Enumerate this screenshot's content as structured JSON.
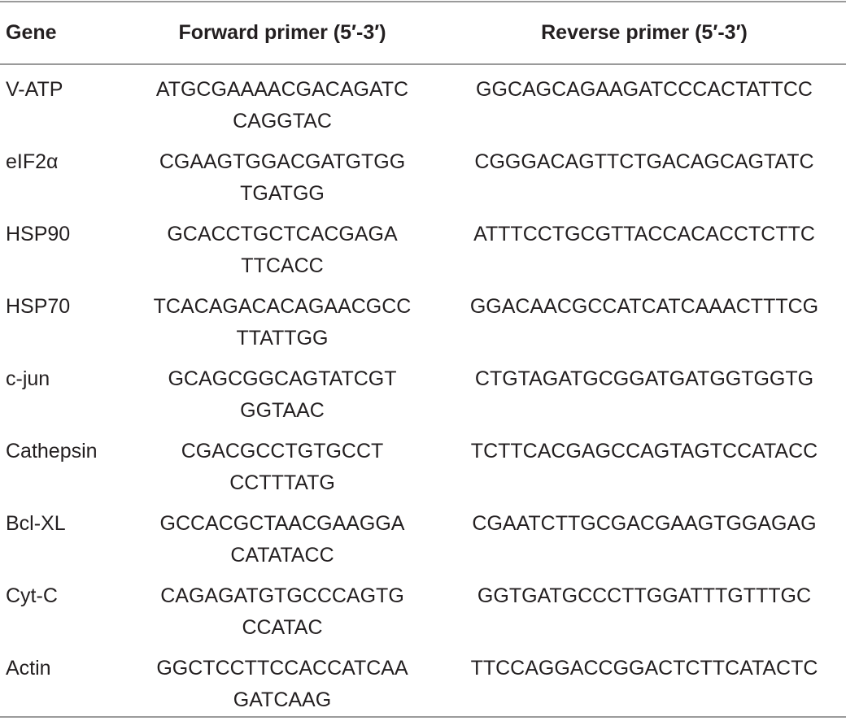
{
  "table": {
    "headers": {
      "gene": "Gene",
      "forward": "Forward primer (5′-3′)",
      "reverse": "Reverse primer (5′-3′)"
    },
    "rows": [
      {
        "gene": "V-ATP",
        "forward_l1": "ATGCGAAAACGACAGATC",
        "forward_l2": "CAGGTAC",
        "reverse": "GGCAGCAGAAGATCCCACTATTCC"
      },
      {
        "gene": "eIF2α",
        "forward_l1": "CGAAGTGGACGATGTGG",
        "forward_l2": "TGATGG",
        "reverse": "CGGGACAGTTCTGACAGCAGTATC"
      },
      {
        "gene": "HSP90",
        "forward_l1": "GCACCTGCTCACGAGA",
        "forward_l2": "TTCACC",
        "reverse": "ATTTCCTGCGTTACCACACCTCTTC"
      },
      {
        "gene": "HSP70",
        "forward_l1": "TCACAGACACAGAACGCC",
        "forward_l2": "TTATTGG",
        "reverse": "GGACAACGCCATCATCAAACTTTCG"
      },
      {
        "gene": "c-jun",
        "forward_l1": "GCAGCGGCAGTATCGT",
        "forward_l2": "GGTAAC",
        "reverse": "CTGTAGATGCGGATGATGGTGGTG"
      },
      {
        "gene": "Cathepsin",
        "forward_l1": "CGACGCCTGTGCCT",
        "forward_l2": "CCTTTATG",
        "reverse": "TCTTCACGAGCCAGTAGTCCATACC"
      },
      {
        "gene": "Bcl-XL",
        "forward_l1": "GCCACGCTAACGAAGGA",
        "forward_l2": "CATATACC",
        "reverse": "CGAATCTTGCGACGAAGTGGAGAG"
      },
      {
        "gene": "Cyt-C",
        "forward_l1": "CAGAGATGTGCCCAGTG",
        "forward_l2": "CCATAC",
        "reverse": "GGTGATGCCCTTGGATTTGTTTGC"
      },
      {
        "gene": "Actin",
        "forward_l1": "GGCTCCTTCCACCATCAA",
        "forward_l2": "GATCAAG",
        "reverse": "TTCCAGGACCGGACTCTTCATACTC"
      }
    ]
  }
}
